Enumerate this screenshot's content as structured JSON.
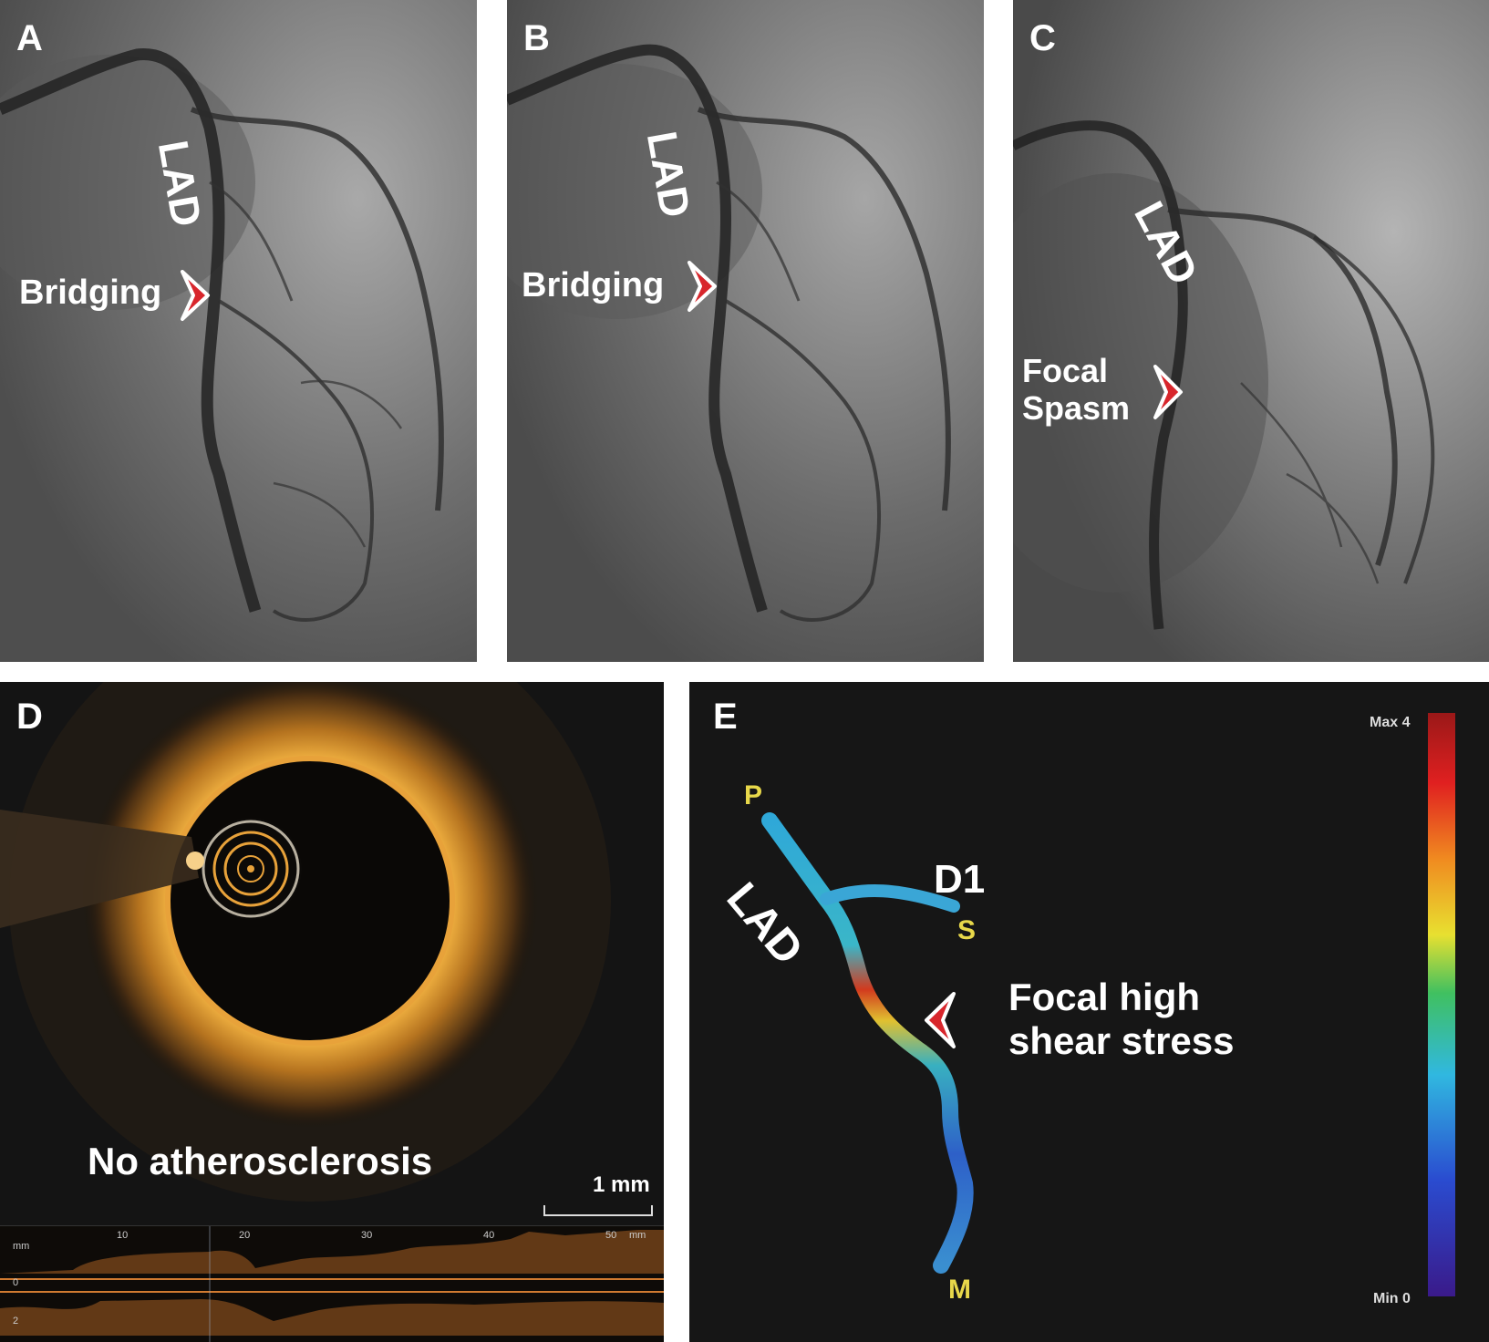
{
  "panels": {
    "a": {
      "letter": "A",
      "vessel_label": "LAD",
      "annotation": "Bridging"
    },
    "b": {
      "letter": "B",
      "vessel_label": "LAD",
      "annotation": "Bridging"
    },
    "c": {
      "letter": "C",
      "vessel_label": "LAD",
      "annotation_line1": "Focal",
      "annotation_line2": "Spasm"
    },
    "d": {
      "letter": "D",
      "caption": "No atherosclerosis",
      "scale_bar": "1 mm",
      "longitudinal": {
        "unit": "mm",
        "x_ticks": [
          "10",
          "20",
          "30",
          "40",
          "50"
        ],
        "x_unit": "mm",
        "y_ticks": [
          "0",
          "2"
        ]
      }
    },
    "e": {
      "letter": "E",
      "vessel_label": "LAD",
      "branch_label": "D1",
      "point_p": "P",
      "point_s": "S",
      "point_m": "M",
      "annotation_line1": "Focal high",
      "annotation_line2": "shear stress",
      "colorbar_max": "Max 4",
      "colorbar_min": "Min 0"
    }
  },
  "colors": {
    "arrow_red": "#d8262c",
    "oct_orange": "#e8a23a",
    "label_yellow": "#e8d84a",
    "panel_dark": "#141414"
  }
}
